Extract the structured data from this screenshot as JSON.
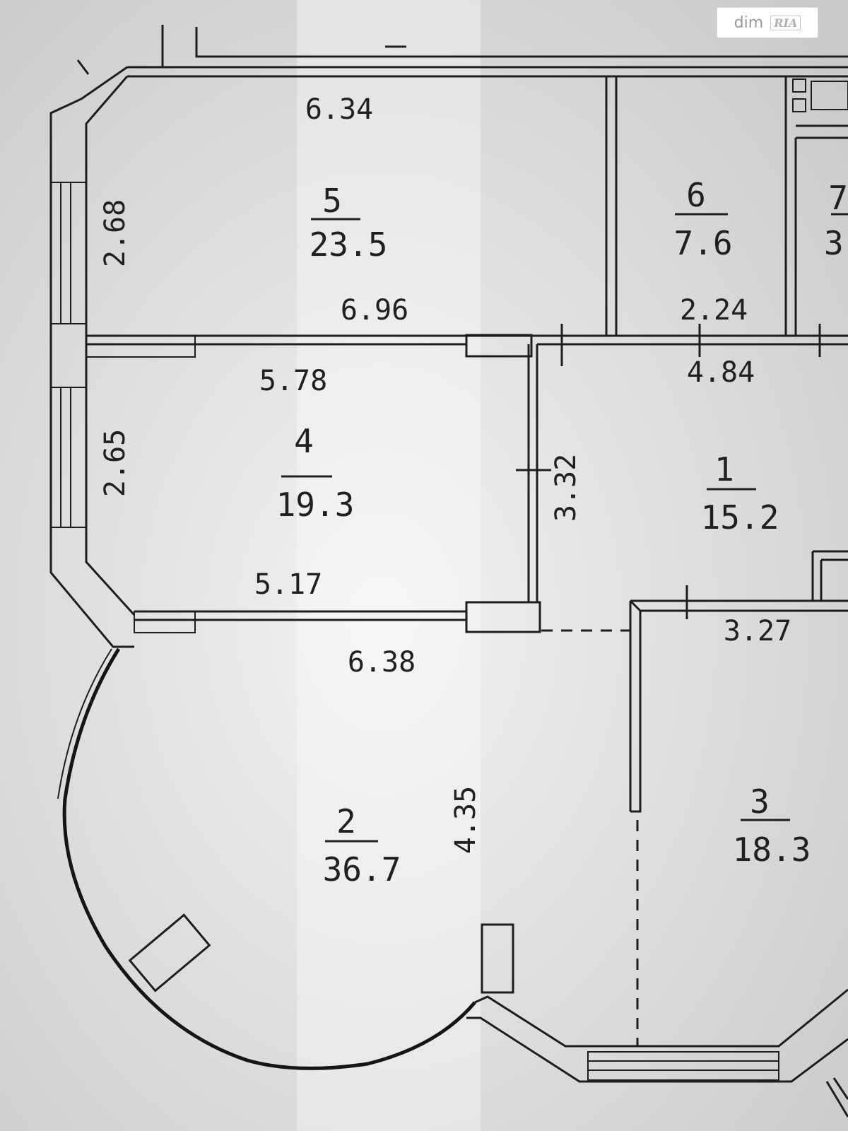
{
  "watermark": {
    "brand_text": "dim",
    "logo_text": "RIA"
  },
  "rooms": [
    {
      "id": "room-5",
      "number": "5",
      "area": "23.5"
    },
    {
      "id": "room-6",
      "number": "6",
      "area": "7.6"
    },
    {
      "id": "room-7",
      "number": "7",
      "area": "3"
    },
    {
      "id": "room-4",
      "number": "4",
      "area": "19.3"
    },
    {
      "id": "room-1",
      "number": "1",
      "area": "15.2"
    },
    {
      "id": "room-2",
      "number": "2",
      "area": "36.7"
    },
    {
      "id": "room-3",
      "number": "3",
      "area": "18.3"
    }
  ],
  "dimensions": {
    "r5_top": "6.34",
    "r5_side": "2.68",
    "r5_bottom": "6.96",
    "r6_bottom": "2.24",
    "r4_top": "5.78",
    "r4_side": "2.65",
    "r4_bottom": "5.17",
    "r1_top": "4.84",
    "r1_side": "3.32",
    "r3_top": "3.27",
    "r2_top": "6.38",
    "r2_side": "4.35"
  }
}
